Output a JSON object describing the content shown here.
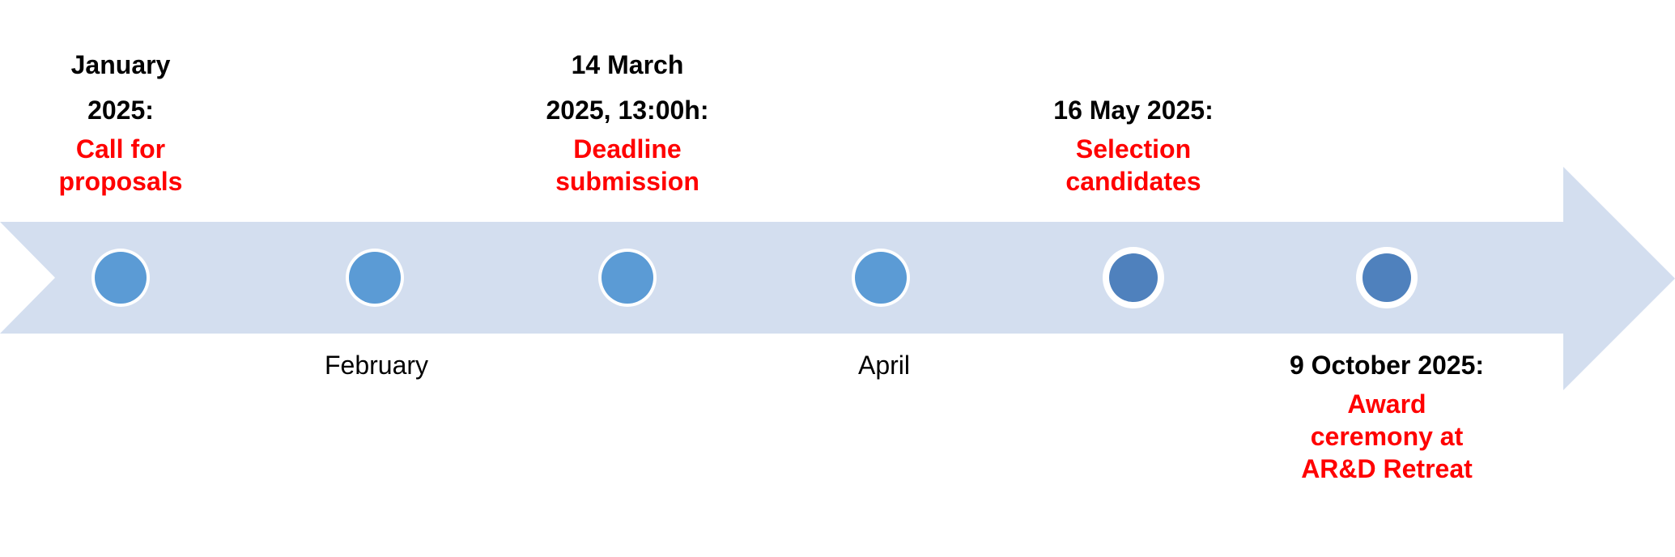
{
  "colors": {
    "arrow": "#d3deef",
    "marker_light": "#5b9bd5",
    "marker_dark": "#4f81bd",
    "marker_ring": "#ffffff",
    "event_text": "#ff0000",
    "date_text": "#000000"
  },
  "milestones": [
    {
      "date_line1": "January",
      "date_line2": "2025:",
      "event_line1": "Call for",
      "event_line2": "proposals"
    },
    {
      "date_line1": "14 March",
      "date_line2": "2025, 13:00h:",
      "event_line1": "Deadline",
      "event_line2": "submission"
    },
    {
      "date_line1": "16 May 2025:",
      "event_line1": "Selection",
      "event_line2": "candidates"
    },
    {
      "date_line1": "9 October 2025:",
      "event_line1": "Award",
      "event_line2": "ceremony at",
      "event_line3": "AR&D Retreat"
    }
  ],
  "months": [
    {
      "label": "February"
    },
    {
      "label": "April"
    }
  ],
  "markers": [
    {
      "style": "light"
    },
    {
      "style": "light"
    },
    {
      "style": "light"
    },
    {
      "style": "light"
    },
    {
      "style": "dark"
    },
    {
      "style": "dark"
    }
  ]
}
